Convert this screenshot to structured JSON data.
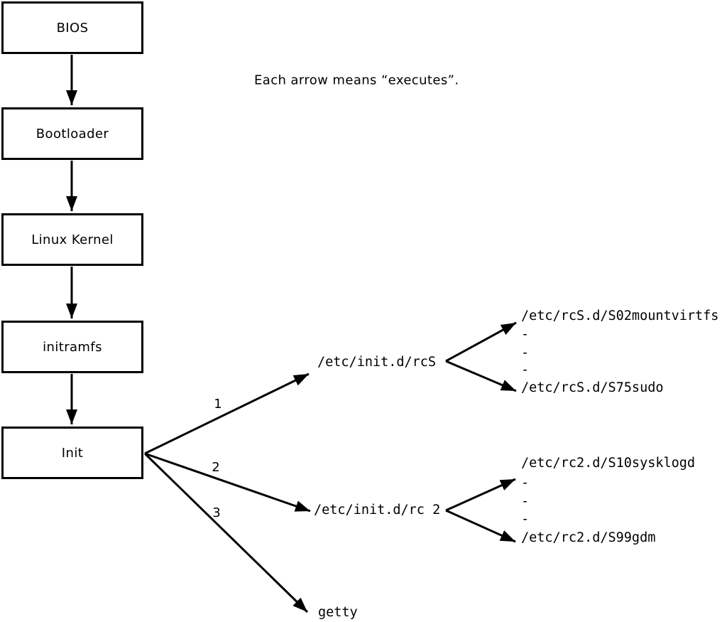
{
  "note": "Each arrow means “executes”.",
  "boxes": [
    {
      "id": "bios",
      "label": "BIOS"
    },
    {
      "id": "bootloader",
      "label": "Bootloader"
    },
    {
      "id": "linux-kernel",
      "label": "Linux Kernel"
    },
    {
      "id": "initramfs",
      "label": "initramfs"
    },
    {
      "id": "init",
      "label": "Init"
    }
  ],
  "arrow_labels": {
    "rcS": "1",
    "rc2": "2",
    "getty": "3"
  },
  "labels": {
    "rcS_script": "/etc/init.d/rcS",
    "rcS_first": "/etc/rcS.d/S02mountvirtfs",
    "rcS_last": "/etc/rcS.d/S75sudo",
    "rc2_script": "/etc/init.d/rc 2",
    "rc2_first": "/etc/rc2.d/S10sysklogd",
    "rc2_last": "/etc/rc2.d/S99gdm",
    "getty": "getty",
    "ellipsis_dash": "-"
  },
  "colors": {
    "foreground": "#000000",
    "background": "#ffffff"
  }
}
